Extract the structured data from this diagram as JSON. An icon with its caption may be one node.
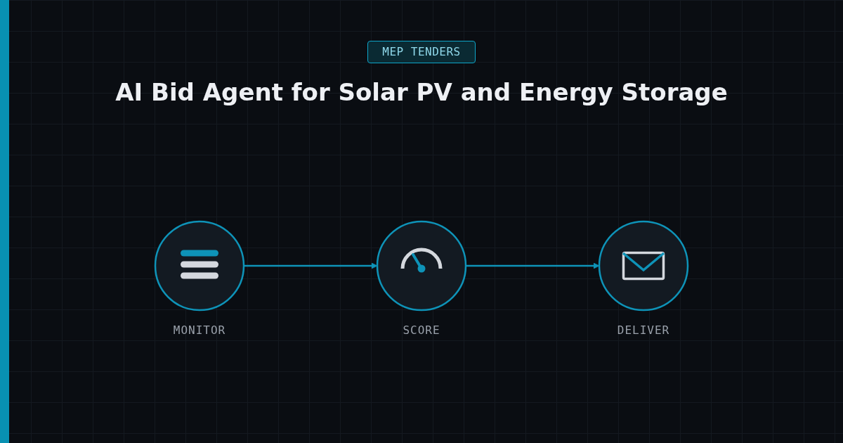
{
  "diagram": {
    "title": "AI Bid Agent for Solar PV and Energy Storage",
    "nodes": [
      {
        "text": [],
        "shape": "circle",
        "beside": [
          "MONITOR"
        ]
      },
      {
        "text": [],
        "shape": "circle",
        "beside": [
          "SCORE"
        ]
      },
      {
        "text": [],
        "shape": "circle",
        "beside": [
          "DELIVER"
        ]
      }
    ],
    "edges": [
      {
        "from": 0,
        "to": 1,
        "arrow": "to"
      },
      {
        "from": 1,
        "to": 2,
        "arrow": "to"
      }
    ],
    "labels": [
      "MEP TENDERS"
    ]
  }
}
